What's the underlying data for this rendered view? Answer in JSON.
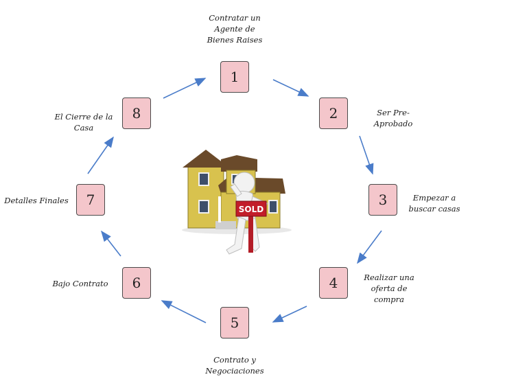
{
  "steps": [
    {
      "number": "1",
      "label": "Contratar un\nAgente de\nBienes Raises"
    },
    {
      "number": "2",
      "label": "Ser Pre-\nAprobado"
    },
    {
      "number": "3",
      "label": "Empezar a\nbuscar casas"
    },
    {
      "number": "4",
      "label": "Realizar una\noferta de\ncompra"
    },
    {
      "number": "5",
      "label": "Contrato y\nNegociaciones"
    },
    {
      "number": "6",
      "label": "Bajo Contrato"
    },
    {
      "number": "7",
      "label": "Detalles Finales"
    },
    {
      "number": "8",
      "label": "El Cierre de la\nCasa"
    }
  ],
  "sign_text": "SOLD",
  "colors": {
    "box_fill": "#f4c6cb",
    "arrow": "#4a7cc9",
    "house_wall": "#d8c24e",
    "roof": "#6a4a2a",
    "sign": "#c21d2a"
  }
}
